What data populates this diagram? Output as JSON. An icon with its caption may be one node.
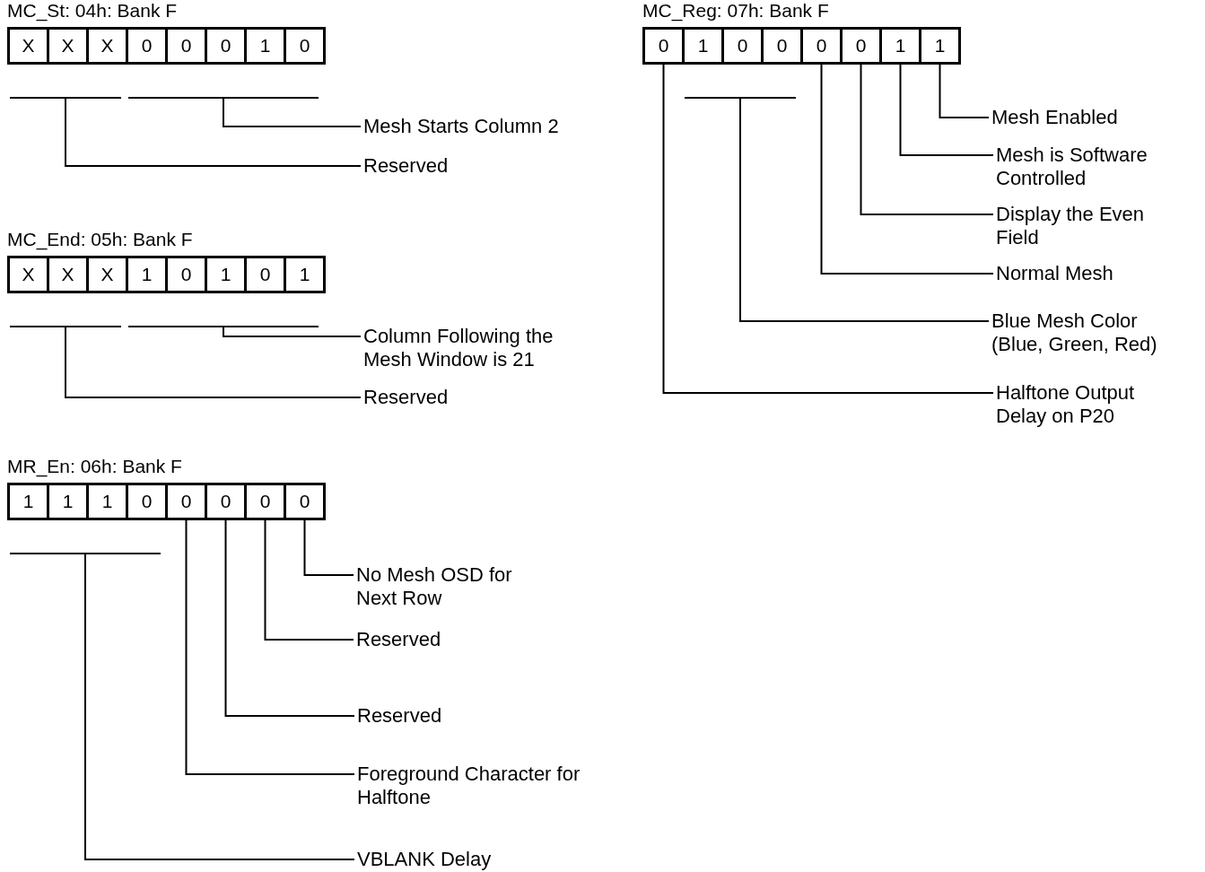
{
  "diagram": {
    "nodes": [
      {
        "text": [
          "MC_St: 04h: Bank F"
        ]
      },
      {
        "text": [
          "X"
        ],
        "in": 0
      },
      {
        "text": [
          "X"
        ],
        "in": 0
      },
      {
        "text": [
          "X"
        ],
        "in": 0
      },
      {
        "text": [
          "0"
        ],
        "in": 0
      },
      {
        "text": [
          "0"
        ],
        "in": 0
      },
      {
        "text": [
          "0"
        ],
        "in": 0
      },
      {
        "text": [
          "1"
        ],
        "in": 0
      },
      {
        "text": [
          "0"
        ],
        "in": 0
      },
      {
        "text": [],
        "shape": "bar",
        "in": 0
      },
      {
        "text": [],
        "shape": "bar",
        "in": 0
      },
      {
        "text": [
          "Mesh Starts Column 2"
        ]
      },
      {
        "text": [
          "Reserved"
        ]
      },
      {
        "text": [
          "MC_Reg: 07h: Bank F"
        ]
      },
      {
        "text": [
          "0"
        ],
        "in": 13
      },
      {
        "text": [
          "1"
        ],
        "in": 13
      },
      {
        "text": [
          "0"
        ],
        "in": 13
      },
      {
        "text": [
          "0"
        ],
        "in": 13
      },
      {
        "text": [
          "0"
        ],
        "in": 13
      },
      {
        "text": [
          "0"
        ],
        "in": 13
      },
      {
        "text": [
          "1"
        ],
        "in": 13
      },
      {
        "text": [
          "1"
        ],
        "in": 13
      },
      {
        "text": [],
        "shape": "bar",
        "in": 13
      },
      {
        "text": [
          "Mesh Enabled"
        ]
      },
      {
        "text": [
          "Mesh is Software Controlled"
        ]
      },
      {
        "text": [
          "Display the Even Field"
        ]
      },
      {
        "text": [
          "Normal Mesh"
        ]
      },
      {
        "text": [
          "Blue Mesh Color (Blue, Green, Red)"
        ]
      },
      {
        "text": [
          "Halftone Output Delay on P20"
        ]
      },
      {
        "text": [
          "MC_End: 05h: Bank F"
        ]
      },
      {
        "text": [
          "X"
        ],
        "in": 29
      },
      {
        "text": [
          "X"
        ],
        "in": 29
      },
      {
        "text": [
          "X"
        ],
        "in": 29
      },
      {
        "text": [
          "1"
        ],
        "in": 29
      },
      {
        "text": [
          "0"
        ],
        "in": 29
      },
      {
        "text": [
          "1"
        ],
        "in": 29
      },
      {
        "text": [
          "0"
        ],
        "in": 29
      },
      {
        "text": [
          "1"
        ],
        "in": 29
      },
      {
        "text": [],
        "shape": "bar",
        "in": 29
      },
      {
        "text": [],
        "shape": "bar",
        "in": 29
      },
      {
        "text": [
          "Column Following the Mesh Window is 21"
        ]
      },
      {
        "text": [
          "Reserved"
        ]
      },
      {
        "text": [
          "MR_En: 06h: Bank F"
        ]
      },
      {
        "text": [
          "1"
        ],
        "in": 42
      },
      {
        "text": [
          "1"
        ],
        "in": 42
      },
      {
        "text": [
          "1"
        ],
        "in": 42
      },
      {
        "text": [
          "0"
        ],
        "in": 42
      },
      {
        "text": [
          "0"
        ],
        "in": 42
      },
      {
        "text": [
          "0"
        ],
        "in": 42
      },
      {
        "text": [
          "0"
        ],
        "in": 42
      },
      {
        "text": [
          "0"
        ],
        "in": 42
      },
      {
        "text": [],
        "shape": "bar",
        "in": 42
      },
      {
        "text": [
          "No Mesh OSD for Next Row"
        ]
      },
      {
        "text": [
          "Reserved"
        ]
      },
      {
        "text": [
          "Reserved"
        ]
      },
      {
        "text": [
          "Foreground Character for Halftone"
        ]
      },
      {
        "text": [
          "VBLANK Delay"
        ]
      }
    ],
    "edges": [
      {
        "from": 11,
        "to": 10,
        "arrow": "none"
      },
      {
        "from": 12,
        "to": 9,
        "arrow": "none"
      },
      {
        "from": 23,
        "to": 21,
        "arrow": "none"
      },
      {
        "from": 24,
        "to": 20,
        "arrow": "none"
      },
      {
        "from": 25,
        "to": 19,
        "arrow": "none"
      },
      {
        "from": 26,
        "to": 18,
        "arrow": "none"
      },
      {
        "from": 27,
        "to": 22,
        "arrow": "none"
      },
      {
        "from": 28,
        "to": 14,
        "arrow": "none"
      },
      {
        "from": 40,
        "to": 39,
        "arrow": "none"
      },
      {
        "from": 41,
        "to": 38,
        "arrow": "none"
      },
      {
        "from": 52,
        "to": 50,
        "arrow": "none"
      },
      {
        "from": 53,
        "to": 49,
        "arrow": "none"
      },
      {
        "from": 54,
        "to": 48,
        "arrow": "none"
      },
      {
        "from": 55,
        "to": 47,
        "arrow": "none"
      },
      {
        "from": 56,
        "to": 51,
        "arrow": "none"
      }
    ]
  }
}
